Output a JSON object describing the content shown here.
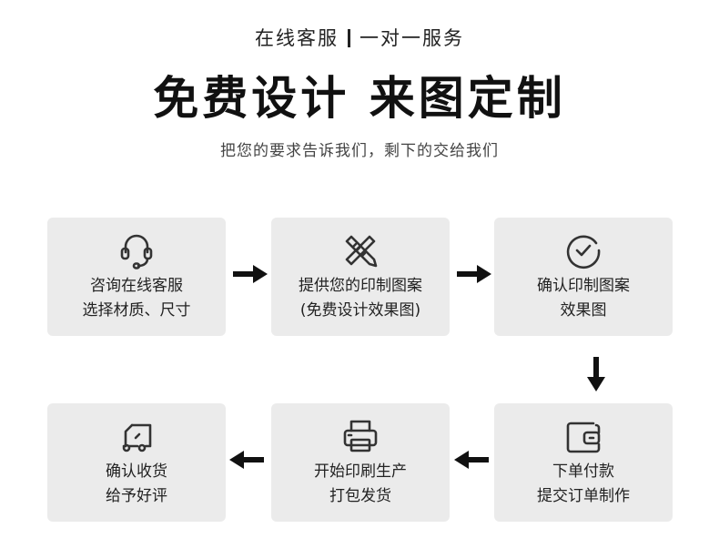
{
  "header": {
    "service_left": "在线客服",
    "service_right": "一对一服务",
    "headline": "免费设计 来图定制",
    "subline": "把您的要求告诉我们，剩下的交给我们"
  },
  "steps": [
    {
      "icon": "headset-icon",
      "line1": "咨询在线客服",
      "line2": "选择材质、尺寸"
    },
    {
      "icon": "design-tools-icon",
      "line1": "提供您的印制图案",
      "line2": "(免费设计效果图)"
    },
    {
      "icon": "check-circle-icon",
      "line1": "确认印制图案",
      "line2": "效果图"
    },
    {
      "icon": "wallet-icon",
      "line1": "下单付款",
      "line2": "提交订单制作"
    },
    {
      "icon": "printer-icon",
      "line1": "开始印刷生产",
      "line2": "打包发货"
    },
    {
      "icon": "delivery-truck-icon",
      "line1": "确认收货",
      "line2": "给予好评"
    }
  ]
}
